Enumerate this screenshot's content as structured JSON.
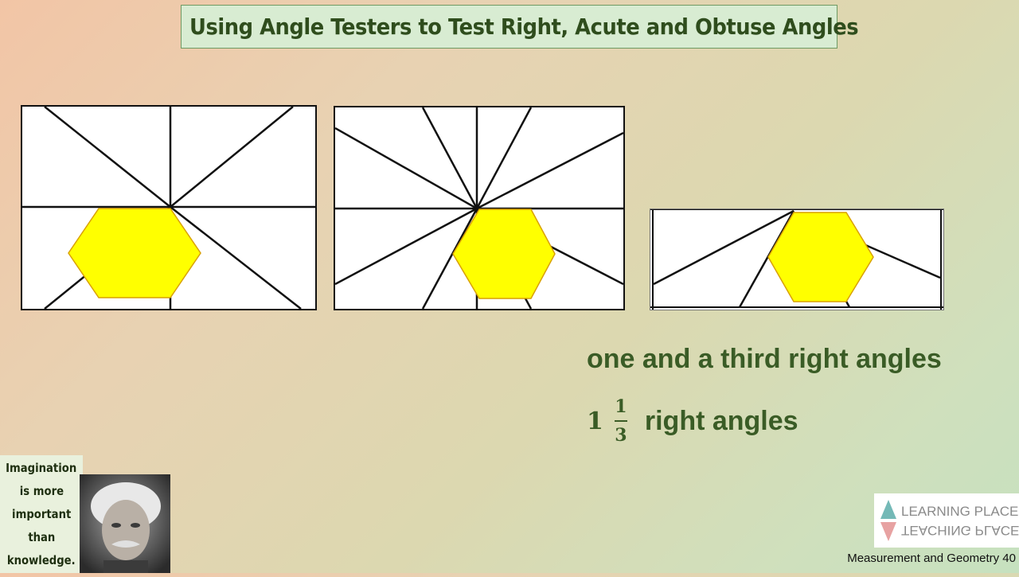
{
  "header": {
    "title": "Using Angle Testers to Test Right, Acute and Obtuse Angles"
  },
  "caption": {
    "words": "one and a third right angles",
    "whole": "1",
    "numerator": "1",
    "denominator": "3",
    "suffix": "right angles"
  },
  "quote": {
    "lines": [
      "Imagination",
      "is more",
      "important",
      "than",
      "knowledge."
    ]
  },
  "logo": {
    "top": "LEARNING PLACE",
    "bottom": "TEACHING PLACE"
  },
  "footer": {
    "label": "Measurement and Geometry 40"
  },
  "colors": {
    "title_text": "#2f4d1d",
    "caption_text": "#3a5c26",
    "hexagon": "#ffff00",
    "hexagon_stroke": "#d9a000"
  },
  "icons": {
    "angle_tester": "hexagon-shape",
    "portrait": "einstein-portrait",
    "logo": "learning-place-logo"
  }
}
